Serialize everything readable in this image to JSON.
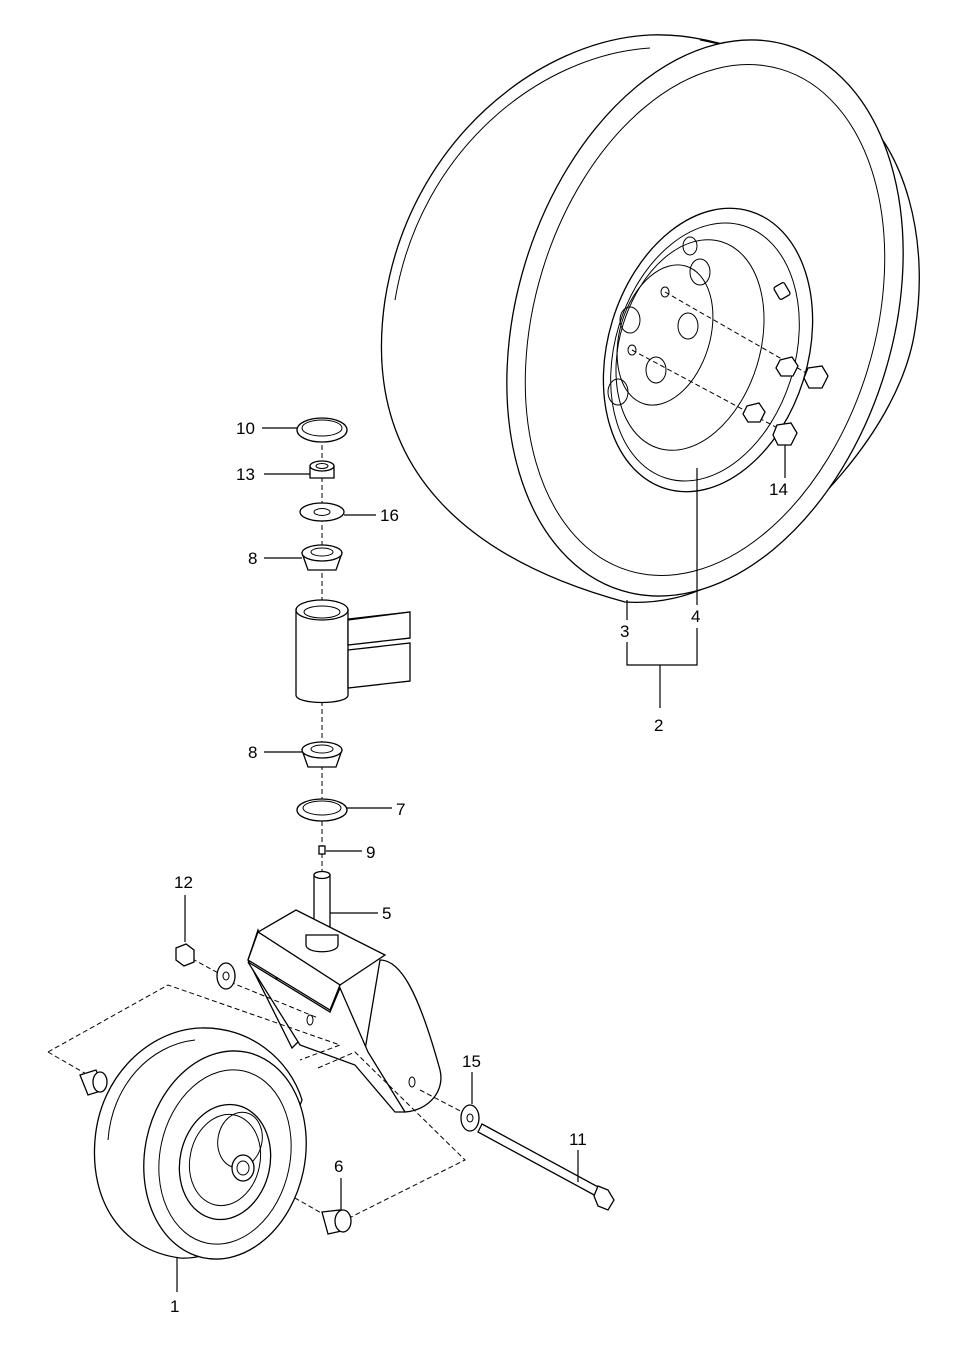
{
  "callouts": {
    "c1": "1",
    "c2": "2",
    "c3": "3",
    "c4": "4",
    "c5": "5",
    "c6": "6",
    "c7": "7",
    "c8a": "8",
    "c8b": "8",
    "c9": "9",
    "c10": "10",
    "c11": "11",
    "c12": "12",
    "c13": "13",
    "c14": "14",
    "c15": "15",
    "c16": "16"
  }
}
